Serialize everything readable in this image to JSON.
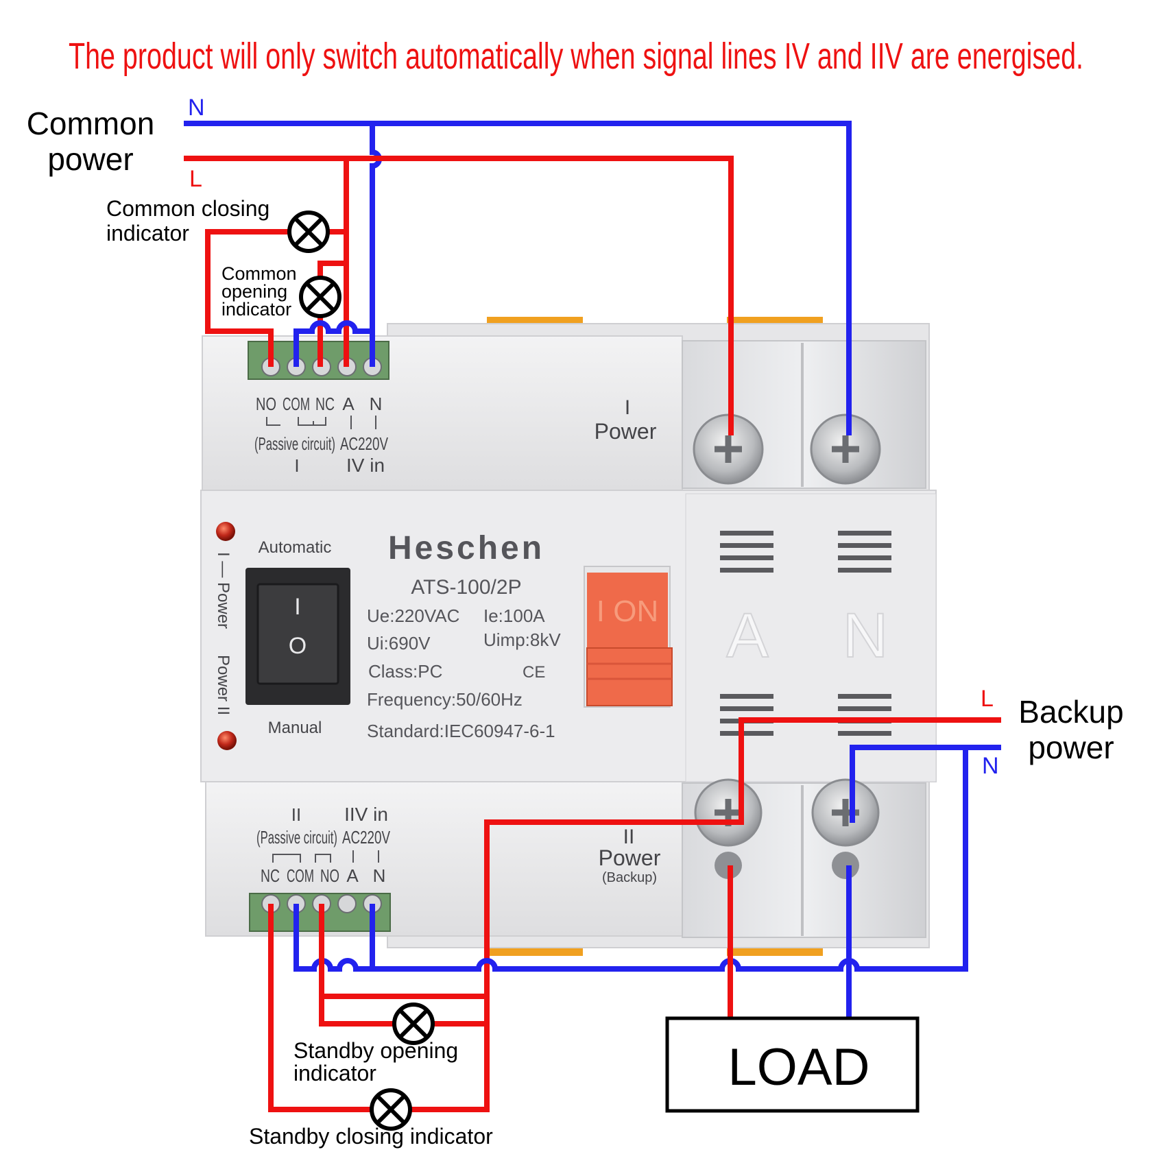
{
  "header": {
    "notice": "The product will only switch automatically when signal lines IV and IIV are energised."
  },
  "colors": {
    "live": "#ee1111",
    "neutral": "#2222ee",
    "notice": "#ee1111",
    "switch_handle": "#ef6a4a",
    "terminal_block": "#6f9c6a",
    "din_clip": "#f0a020",
    "device_body": "#e9e9ea"
  },
  "common_power": {
    "label_line1": "Common",
    "label_line2": "power",
    "n_label": "N",
    "l_label": "L"
  },
  "backup_power": {
    "label_line1": "Backup",
    "label_line2": "power",
    "l_label": "L",
    "n_label": "N"
  },
  "indicators": {
    "common_closing_line1": "Common closing",
    "common_closing_line2": "indicator",
    "common_opening_line1": "Common",
    "common_opening_line2": "opening",
    "common_opening_line3": "indicator",
    "standby_opening_line1": "Standby opening",
    "standby_opening_line2": "indicator",
    "standby_closing": "Standby closing indicator"
  },
  "top_terminals": {
    "labels": [
      "NO",
      "COM",
      "NC",
      "A",
      "N"
    ],
    "passive_circuit": "(Passive circuit)",
    "ac_voltage": "AC220V",
    "roman": "I",
    "signal_in": "IV in"
  },
  "bottom_terminals": {
    "labels": [
      "NC",
      "COM",
      "NO",
      "A",
      "N"
    ],
    "passive_circuit": "(Passive circuit)",
    "ac_voltage": "AC220V",
    "roman": "II",
    "signal_in": "IIV in"
  },
  "device": {
    "brand": "Heschen",
    "model": "ATS-100/2P",
    "ue": "Ue:220VAC",
    "ie": "Ie:100A",
    "ui": "Ui:690V",
    "uimp": "Uimp:8kV",
    "class": "Class:PC",
    "ce_mark": "CE",
    "frequency": "Frequency:50/60Hz",
    "standard": "Standard:IEC60947-6-1",
    "automatic": "Automatic",
    "manual": "Manual",
    "rocker_on": "I",
    "rocker_off": "O",
    "handle_text": "I ON",
    "side_power_top": "I — Power",
    "side_power_bottom": "Power II",
    "power_i_roman": "I",
    "power_i_label": "Power",
    "power_ii_roman": "II",
    "power_ii_label": "Power",
    "power_ii_sub": "(Backup)",
    "pole_a": "A",
    "pole_n": "N"
  },
  "load": {
    "label": "LOAD"
  }
}
